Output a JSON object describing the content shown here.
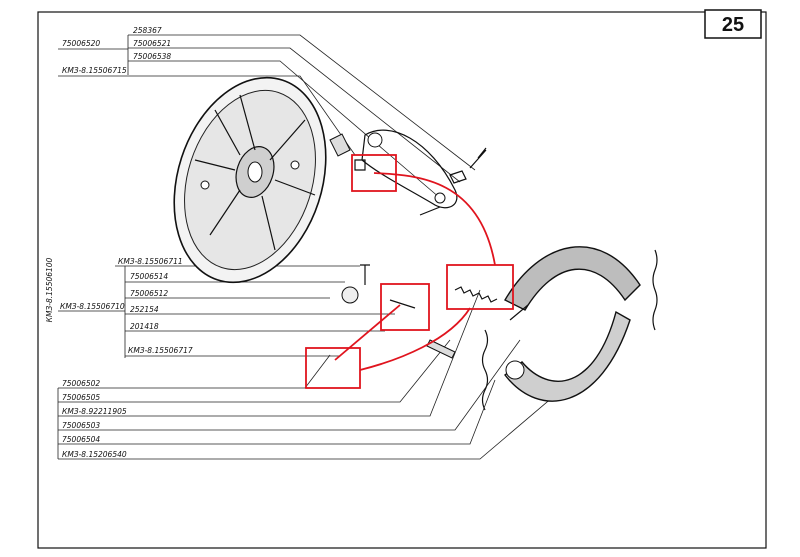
{
  "page": {
    "number": "25",
    "assembly_code": "КМЗ-8.15506100"
  },
  "labels_top": [
    "258367",
    "75006521",
    "75006538",
    "75006520",
    "КМЗ-8.15506715"
  ],
  "labels_mid": [
    "КМЗ-8.15506711",
    "75006514",
    "75006512",
    "252154",
    "201418",
    "КМЗ-8.15506717",
    "КМЗ-8.15506710"
  ],
  "labels_bottom": [
    "75006502",
    "75006505",
    "КМЗ-8.92211905",
    "75006503",
    "75006504",
    "КМЗ-8.15206540"
  ],
  "colors": {
    "highlight": "#e0141e",
    "ink": "#111111"
  }
}
